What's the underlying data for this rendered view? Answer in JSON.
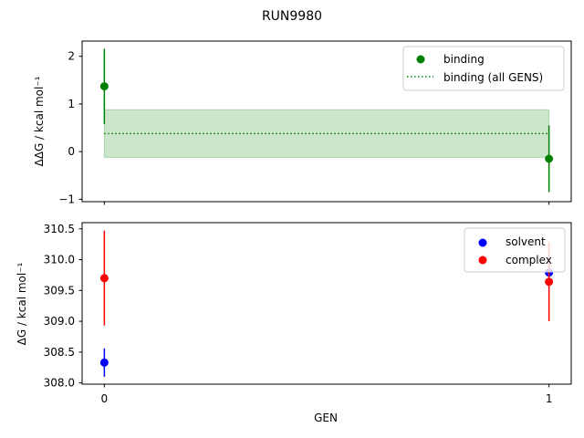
{
  "chart_data": [
    {
      "type": "scatter",
      "title": "RUN9980",
      "xlabel": "",
      "ylabel": "ΔΔG / kcal mol⁻¹",
      "ylim": [
        -1.05,
        2.32
      ],
      "xlim": [
        -0.05,
        1.05
      ],
      "yticks": [
        "−1",
        "0",
        "1",
        "2"
      ],
      "ytick_values": [
        -1,
        0,
        1,
        2
      ],
      "grid": false,
      "legend": "top-right",
      "series": [
        {
          "name": "binding",
          "color": "#008000",
          "x": [
            0,
            1
          ],
          "y": [
            1.37,
            -0.15
          ],
          "err": [
            0.79,
            0.7
          ]
        }
      ],
      "mean_line": {
        "name": "binding (all GENS)",
        "color": "#008000",
        "value": 0.38,
        "band": [
          -0.12,
          0.88
        ],
        "x": [
          0,
          1
        ]
      }
    },
    {
      "type": "scatter",
      "xlabel": "GEN",
      "ylabel": "ΔG / kcal mol⁻¹",
      "xticks": [
        "0",
        "1"
      ],
      "xtick_values": [
        0,
        1
      ],
      "ylim": [
        307.98,
        310.6
      ],
      "xlim": [
        -0.05,
        1.05
      ],
      "yticks": [
        "308.0",
        "308.5",
        "309.0",
        "309.5",
        "310.0",
        "310.5"
      ],
      "ytick_values": [
        308.0,
        308.5,
        309.0,
        309.5,
        310.0,
        310.5
      ],
      "grid": false,
      "legend": "top-right",
      "series": [
        {
          "name": "solvent",
          "color": "#0000ff",
          "x": [
            0,
            1
          ],
          "y": [
            308.33,
            309.79
          ],
          "err": [
            0.23,
            0.23
          ]
        },
        {
          "name": "complex",
          "color": "#ff0000",
          "x": [
            0,
            1
          ],
          "y": [
            309.7,
            309.64
          ],
          "err": [
            0.77,
            0.64
          ]
        }
      ]
    }
  ]
}
